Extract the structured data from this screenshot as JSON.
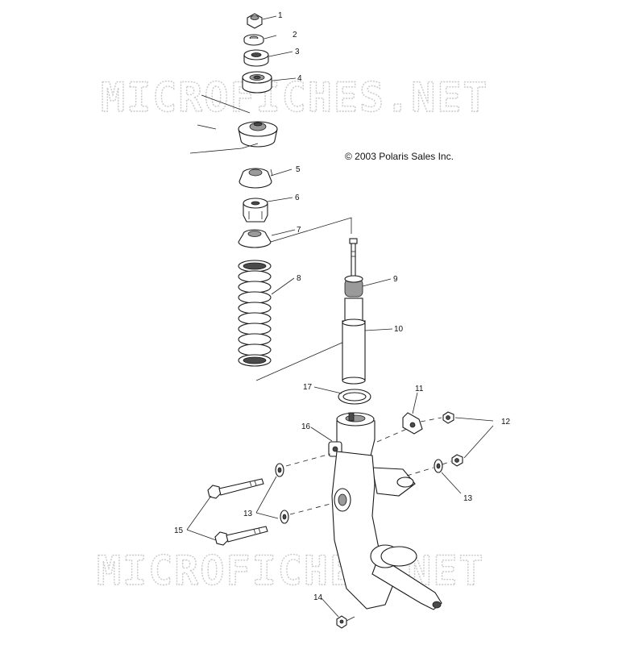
{
  "diagram": {
    "copyright": "© 2003 Polaris Sales Inc.",
    "watermark": "MICROFICHES.NET",
    "callouts": {
      "c1": "1",
      "c2": "2",
      "c3": "3",
      "c4": "4",
      "c5": "5",
      "c6": "6",
      "c7": "7",
      "c8": "8",
      "c9": "9",
      "c10": "10",
      "c11": "11",
      "c12": "12",
      "c13a": "13",
      "c13b": "13",
      "c14": "14",
      "c15": "15",
      "c16": "16",
      "c17": "17"
    }
  }
}
